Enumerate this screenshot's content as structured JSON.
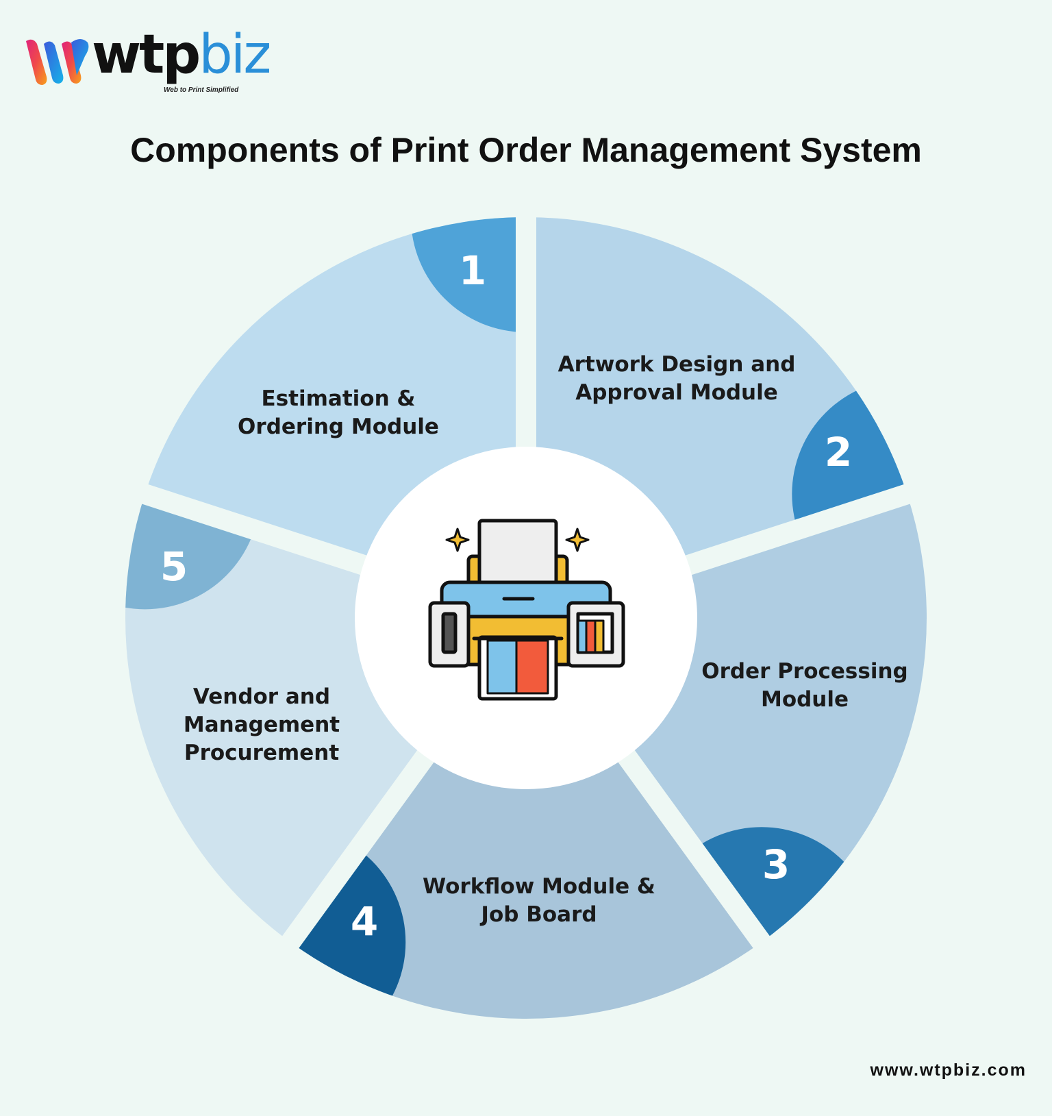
{
  "logo": {
    "wordmark_dark": "wtp",
    "wordmark_accent": "biz",
    "tagline": "Web to Print Simplified"
  },
  "title": "Components of Print Order Management System",
  "center_icon": "printer-icon",
  "segments": [
    {
      "number": "1",
      "label_lines": [
        "Estimation &",
        "Ordering Module"
      ],
      "color": "#bddcef",
      "accent": "#4fa3d8"
    },
    {
      "number": "2",
      "label_lines": [
        "Artwork Design and",
        "Approval Module"
      ],
      "color": "#b5d5ea",
      "accent": "#358bc6"
    },
    {
      "number": "3",
      "label_lines": [
        "Order Processing",
        "Module"
      ],
      "color": "#afcde2",
      "accent": "#2678b0"
    },
    {
      "number": "4",
      "label_lines": [
        "Workflow Module &",
        "Job Board"
      ],
      "color": "#a8c5da",
      "accent": "#115d94"
    },
    {
      "number": "5",
      "label_lines": [
        "Vendor and",
        "Management",
        "Procurement"
      ],
      "color": "#cfe3ee",
      "accent": "#7fb3d3"
    }
  ],
  "footer_url": "www.wtpbiz.com"
}
